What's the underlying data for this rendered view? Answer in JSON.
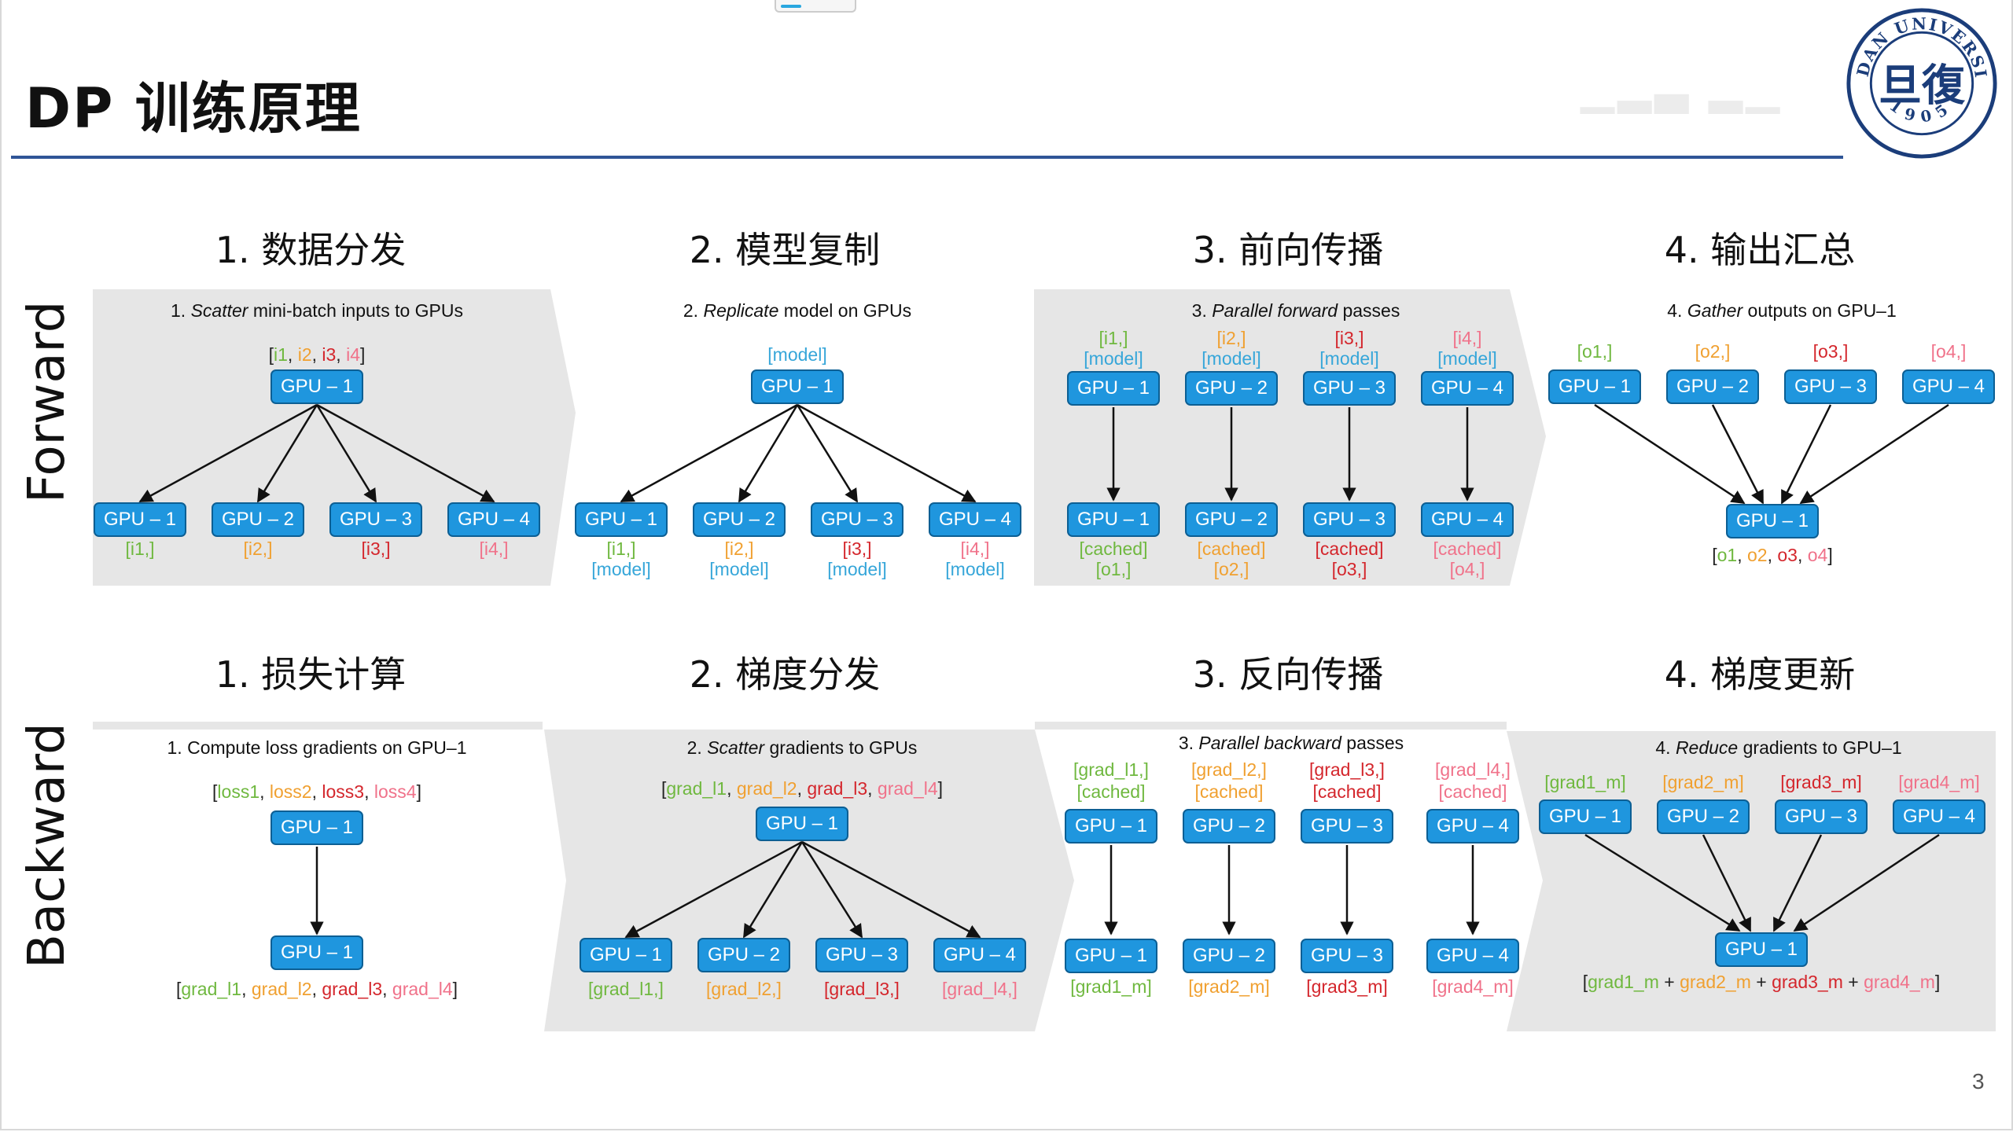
{
  "title": "DP 训练原理",
  "page_number": "3",
  "logo_text": "FUDAN UNIVERSITY",
  "logo_year": "1905",
  "logo_glyph": "旦復",
  "row_labels": {
    "forward": "Forward",
    "backward": "Backward"
  },
  "forward": {
    "stages": [
      {
        "heading": "1. 数据分发",
        "cap_num": "1. ",
        "cap_em": "Scatter",
        "cap_rest": " mini-batch inputs to GPUs"
      },
      {
        "heading": "2. 模型复制",
        "cap_num": "2. ",
        "cap_em": "Replicate",
        "cap_rest": " model on GPUs"
      },
      {
        "heading": "3. 前向传播",
        "cap_num": "3. ",
        "cap_em": "Parallel forward",
        "cap_rest": " passes"
      },
      {
        "heading": "4. 输出汇总",
        "cap_num": "4. ",
        "cap_em": "Gather",
        "cap_rest": " outputs on GPU–1"
      }
    ]
  },
  "backward": {
    "stages": [
      {
        "heading": "1. 损失计算",
        "cap_num": "1. ",
        "cap_em": "",
        "cap_rest": "Compute loss gradients on GPU–1"
      },
      {
        "heading": "2. 梯度分发",
        "cap_num": "2. ",
        "cap_em": "Scatter",
        "cap_rest": " gradients to GPUs"
      },
      {
        "heading": "3. 反向传播",
        "cap_num": "3. ",
        "cap_em": "Parallel backward",
        "cap_rest": " passes"
      },
      {
        "heading": "4. 梯度更新",
        "cap_num": "4. ",
        "cap_em": "Reduce",
        "cap_rest": " gradients to GPU–1"
      }
    ]
  },
  "gpu_labels": [
    "GPU – 1",
    "GPU – 2",
    "GPU – 3",
    "GPU – 4"
  ],
  "colors": {
    "green": "#6fb83f",
    "orange": "#f0a030",
    "red": "#d4262c",
    "pink": "#f0728a",
    "blue": "#36a6d9",
    "gpu": "#1f96de",
    "panel": "#e6e6e6",
    "title_rule": "#2f5597"
  },
  "labels": {
    "f1_top_parts": [
      "[",
      "i1",
      ", ",
      "i2",
      ", ",
      "i3",
      ", ",
      "i4",
      "]"
    ],
    "f1_bottom": [
      "[i1,]",
      "[i2,]",
      "[i3,]",
      "[i4,]"
    ],
    "model": "[model]",
    "cached": "[cached]",
    "f2_bottom": [
      "[i1,]",
      "[i2,]",
      "[i3,]",
      "[i4,]"
    ],
    "f3_top": [
      "[i1,]",
      "[i2,]",
      "[i3,]",
      "[i4,]"
    ],
    "f3_out": [
      "[o1,]",
      "[o2,]",
      "[o3,]",
      "[o4,]"
    ],
    "f4_top": [
      "[o1,]",
      "[o2,]",
      "[o3,]",
      "[o4,]"
    ],
    "f4_bottom_parts": [
      "[",
      "o1",
      ", ",
      "o2",
      ", ",
      "o3",
      ", ",
      "o4",
      "]"
    ],
    "b1_top_parts": [
      "[",
      "loss1",
      ", ",
      "loss2",
      ", ",
      "loss3",
      ", ",
      "loss4",
      "]"
    ],
    "b1_bottom_parts": [
      "[",
      "grad_l1",
      ", ",
      "grad_l2",
      ", ",
      "grad_l3",
      ", ",
      "grad_l4",
      "]"
    ],
    "b2_top_parts": [
      "[",
      "grad_l1",
      ", ",
      "grad_l2",
      ", ",
      "grad_l3",
      ", ",
      "grad_l4",
      "]"
    ],
    "b2_bottom": [
      "[grad_l1,]",
      "[grad_l2,]",
      "[grad_l3,]",
      "[grad_l4,]"
    ],
    "b3_top": [
      "[grad_l1,]",
      "[grad_l2,]",
      "[grad_l3,]",
      "[grad_l4,]"
    ],
    "b3_bottom": [
      "[grad1_m]",
      "[grad2_m]",
      "[grad3_m]",
      "[grad4_m]"
    ],
    "b4_top": [
      "[grad1_m]",
      "[grad2_m]",
      "[grad3_m]",
      "[grad4_m]"
    ],
    "b4_bottom_parts": [
      "[",
      "grad1_m",
      " + ",
      "grad2_m",
      " + ",
      "grad3_m",
      " + ",
      "grad4_m",
      "]"
    ]
  }
}
